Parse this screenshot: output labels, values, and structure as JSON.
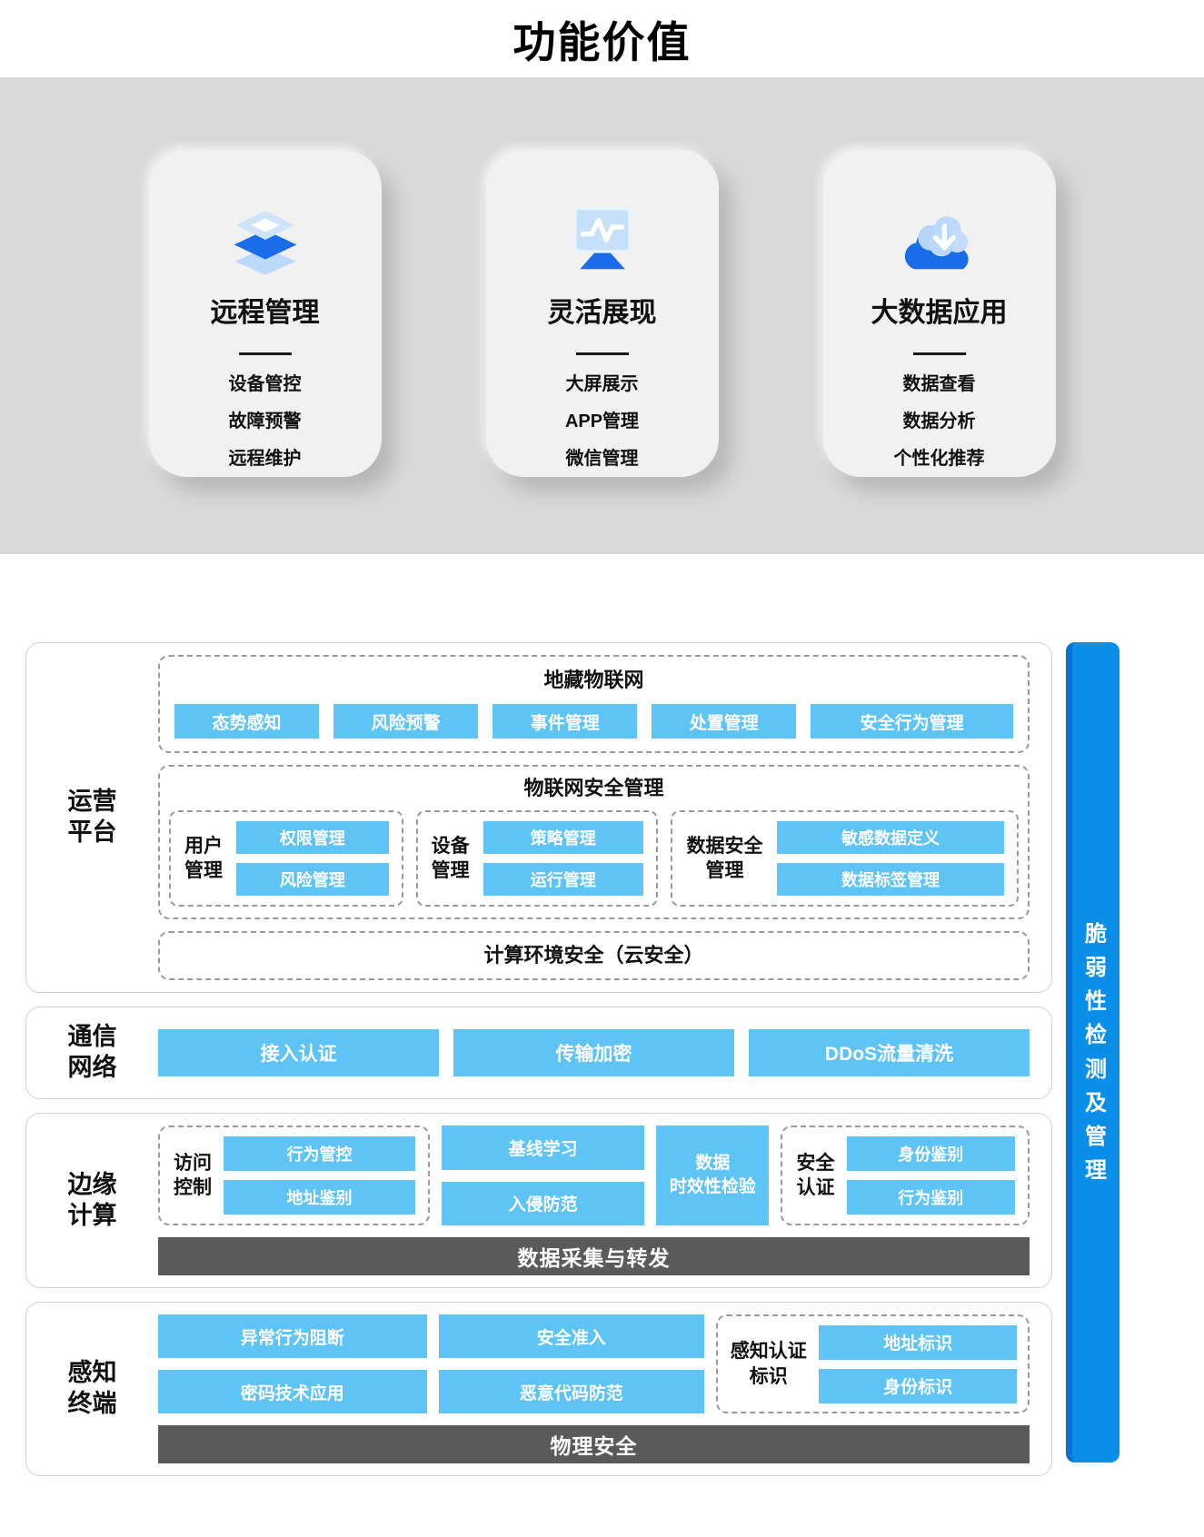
{
  "page_title": "功能价值",
  "value_cards": [
    {
      "icon": "layers-icon",
      "title": "远程管理",
      "items": [
        "设备管控",
        "故障预警",
        "远程维护"
      ]
    },
    {
      "icon": "monitor-chart-icon",
      "title": "灵活展现",
      "items": [
        "大屏展示",
        "APP管理",
        "微信管理"
      ]
    },
    {
      "icon": "cloud-download-icon",
      "title": "大数据应用",
      "items": [
        "数据查看",
        "数据分析",
        "个性化推荐"
      ]
    }
  ],
  "architecture": {
    "vertical_bar": {
      "label": "脆弱性检测及管理"
    },
    "operation_platform": {
      "label": "运营平台",
      "iot_box": {
        "title": "地藏物联网",
        "chips": [
          "态势感知",
          "风险预警",
          "事件管理",
          "处置管理",
          "安全行为管理"
        ]
      },
      "security_box": {
        "title": "物联网安全管理",
        "groups": [
          {
            "label": "用户管理",
            "chips": [
              "权限管理",
              "风险管理"
            ]
          },
          {
            "label": "设备管理",
            "chips": [
              "策略管理",
              "运行管理"
            ]
          },
          {
            "label": "数据安全管理",
            "chips": [
              "敏感数据定义",
              "数据标签管理"
            ]
          }
        ]
      },
      "cloud_box": {
        "title": "计算环境安全（云安全）"
      }
    },
    "comm_network": {
      "label": "通信网络",
      "chips": [
        "接入认证",
        "传输加密",
        "DDoS流量清洗"
      ]
    },
    "edge_computing": {
      "label": "边缘计算",
      "access_group": {
        "label": "访问控制",
        "chips": [
          "行为管控",
          "地址鉴别"
        ]
      },
      "middle_chips": [
        "基线学习",
        "入侵防范"
      ],
      "data_validity_chip": {
        "line1": "数据",
        "line2": "时效性检验"
      },
      "auth_group": {
        "label": "安全认证",
        "chips": [
          "身份鉴别",
          "行为鉴别"
        ]
      },
      "dark_bar": "数据采集与转发"
    },
    "perception_terminal": {
      "label": "感知终端",
      "chips": [
        "异常行为阻断",
        "安全准入",
        "密码技术应用",
        "恶意代码防范"
      ],
      "id_group": {
        "label": "感知认证标识",
        "chips": [
          "地址标识",
          "身份标识"
        ]
      },
      "dark_bar": "物理安全"
    }
  },
  "colors": {
    "chip_blue": "#5ec3f5",
    "sidebar_blue": "#0a8fe9",
    "sidebar_edge_blue": "#0673cf",
    "dark_bar_gray": "#5a5a5a",
    "band_gray": "#d9d9d9",
    "icon_blue": "#1a6ce8"
  }
}
